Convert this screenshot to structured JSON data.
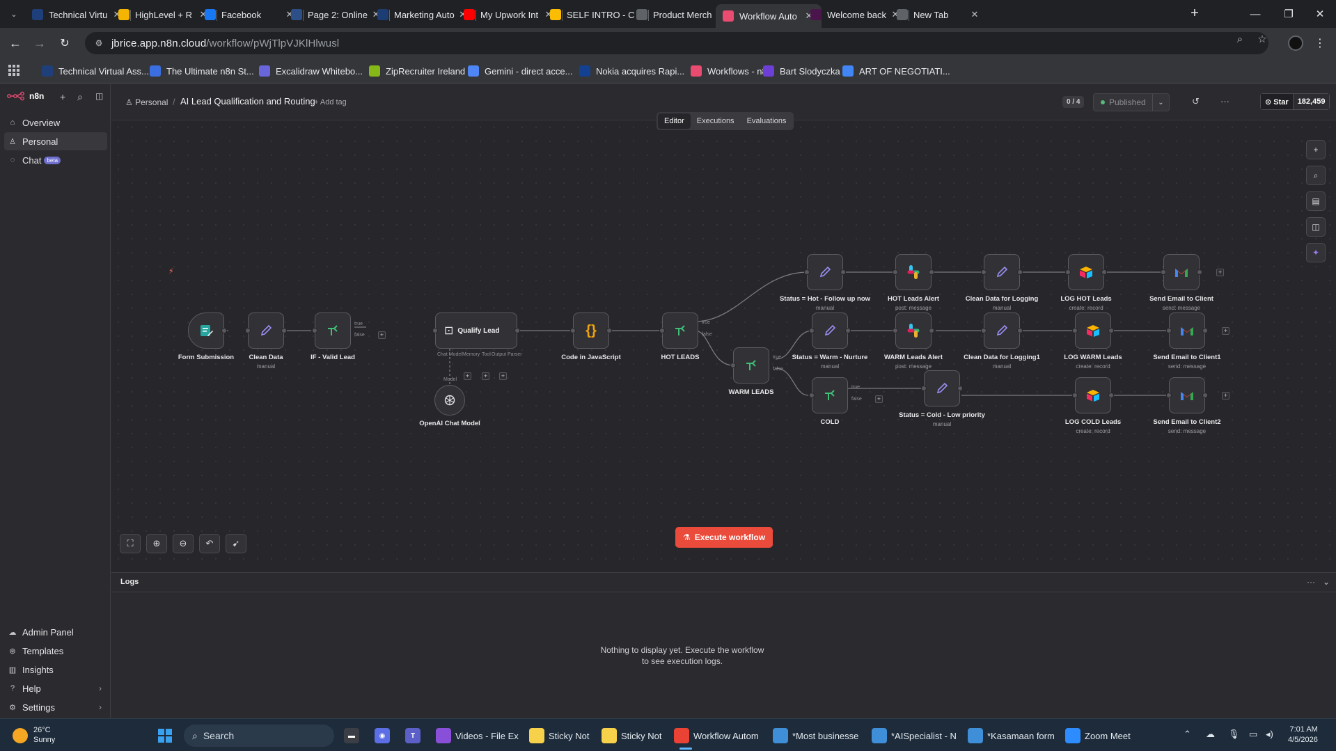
{
  "browser": {
    "tabs": [
      {
        "title": "Technical Virtu",
        "icon": "va-icon",
        "color": "#1f3f7a",
        "active": false
      },
      {
        "title": "HighLevel + R",
        "icon": "highlevel-icon",
        "color": "#f4b400",
        "active": false
      },
      {
        "title": "Facebook",
        "icon": "facebook-icon",
        "color": "#1877f2",
        "active": false
      },
      {
        "title": "Page 2: Online",
        "icon": "page-icon",
        "color": "#2b4f86",
        "active": false
      },
      {
        "title": "Marketing Auto",
        "icon": "marketing-icon",
        "color": "#1b3d73",
        "active": false
      },
      {
        "title": "My Upwork Int",
        "icon": "youtube-icon",
        "color": "#ff0000",
        "active": false
      },
      {
        "title": "SELF INTRO - C",
        "icon": "drive-icon",
        "color": "#fbbc04",
        "active": false
      },
      {
        "title": "Product Merch",
        "icon": "info-icon",
        "color": "#5f6368",
        "active": false
      },
      {
        "title": "Workflow Auto",
        "icon": "n8n-icon",
        "color": "#ea4b71",
        "active": true
      },
      {
        "title": "Welcome back",
        "icon": "slack-icon",
        "color": "#4a154b",
        "active": false
      },
      {
        "title": "New Tab",
        "icon": "chrome-icon",
        "color": "#5f6368",
        "active": false
      }
    ],
    "url_host": "jbrice.app.n8n.cloud",
    "url_path": "/workflow/pWjTlpVJKlHlwusl",
    "bookmarks": [
      {
        "label": "Technical Virtual Ass...",
        "color": "#1f3f7a"
      },
      {
        "label": "The Ultimate n8n St...",
        "color": "#3b6ee0"
      },
      {
        "label": "Excalidraw Whitebo...",
        "color": "#6965db"
      },
      {
        "label": "ZipRecruiter Ireland",
        "color": "#86b817"
      },
      {
        "label": "Gemini - direct acce...",
        "color": "#4e86f5"
      },
      {
        "label": "Nokia acquires Rapi...",
        "color": "#124191"
      },
      {
        "label": "Workflows - n8n",
        "color": "#ea4b71"
      },
      {
        "label": "Bart Slodyczka",
        "color": "#6d3fd6"
      },
      {
        "label": "ART OF NEGOTIATI...",
        "color": "#4285f4"
      }
    ]
  },
  "sidebar": {
    "brand": "n8n",
    "nav": [
      {
        "label": "Overview",
        "icon": "home-icon"
      },
      {
        "label": "Personal",
        "icon": "user-icon"
      },
      {
        "label": "Chat",
        "icon": "chat-icon",
        "badge": "beta"
      }
    ],
    "bottom": [
      {
        "label": "Admin Panel",
        "icon": "cloud-icon"
      },
      {
        "label": "Templates",
        "icon": "templates-icon"
      },
      {
        "label": "Insights",
        "icon": "insights-icon"
      },
      {
        "label": "Help",
        "icon": "help-icon"
      },
      {
        "label": "Settings",
        "icon": "gear-icon"
      }
    ]
  },
  "header": {
    "project": "Personal",
    "workflow_name": "AI Lead Qualification and Routing",
    "add_tag": "+ Add tag",
    "counter": "0 / 4",
    "status": "Published",
    "github_star": "Star",
    "github_count": "182,459"
  },
  "mode_tabs": [
    "Editor",
    "Executions",
    "Evaluations"
  ],
  "canvas": {
    "nodes": {
      "form": {
        "label": "Form Submission",
        "sub": ""
      },
      "clean": {
        "label": "Clean Data",
        "sub": "manual"
      },
      "ifvalid": {
        "label": "IF - Valid Lead",
        "sub": ""
      },
      "qualify": {
        "label": "Qualify Lead",
        "sub": ""
      },
      "code": {
        "label": "Code in JavaScript",
        "sub": ""
      },
      "hot": {
        "label": "HOT LEADS",
        "sub": ""
      },
      "warm": {
        "label": "WARM LEADS",
        "sub": ""
      },
      "cold": {
        "label": "COLD",
        "sub": ""
      },
      "openai": {
        "label": "OpenAI Chat Model",
        "sub": ""
      },
      "status_hot": {
        "label": "Status = Hot - Follow up now",
        "sub": "manual"
      },
      "slack_hot": {
        "label": "HOT Leads Alert",
        "sub": "post: message"
      },
      "clean_log": {
        "label": "Clean Data for Logging",
        "sub": "manual"
      },
      "air_hot": {
        "label": "LOG HOT Leads",
        "sub": "create: record"
      },
      "mail_hot": {
        "label": "Send Email to Client",
        "sub": "send: message"
      },
      "status_warm": {
        "label": "Status = Warm - Nurture",
        "sub": "manual"
      },
      "slack_warm": {
        "label": "WARM Leads Alert",
        "sub": "post: message"
      },
      "clean_log1": {
        "label": "Clean Data for Logging1",
        "sub": "manual"
      },
      "air_warm": {
        "label": "LOG WARM Leads",
        "sub": "create: record"
      },
      "mail_warm": {
        "label": "Send Email to Client1",
        "sub": "send: message"
      },
      "status_cold": {
        "label": "Status = Cold - Low priority",
        "sub": "manual"
      },
      "air_cold": {
        "label": "LOG COLD Leads",
        "sub": "create: record"
      },
      "mail_cold": {
        "label": "Send Email to Client2",
        "sub": "send: message"
      }
    },
    "branch_true": "true",
    "branch_false": "false",
    "agent_ports": [
      "Chat Model",
      "Memory",
      "Tool",
      "Output Parser"
    ],
    "model_port": "Model",
    "execute_label": "Execute workflow"
  },
  "logs": {
    "title": "Logs",
    "empty": "Nothing to display yet. Execute the workflow to see execution logs."
  },
  "taskbar": {
    "weather_temp": "26°C",
    "weather_cond": "Sunny",
    "search": "Search",
    "apps": [
      {
        "label": "Videos - File Ex",
        "color": "#8a4fd8"
      },
      {
        "label": "Sticky Not",
        "color": "#f7d14a"
      },
      {
        "label": "Sticky Not",
        "color": "#f7d14a"
      },
      {
        "label": "Workflow Autom",
        "color": "#ea4335",
        "active": true
      },
      {
        "label": "*Most businesse",
        "color": "#3e8ed8"
      },
      {
        "label": "*AISpecialist - N",
        "color": "#3e8ed8"
      },
      {
        "label": "*Kasamaan form",
        "color": "#3e8ed8"
      },
      {
        "label": "Zoom Meet",
        "color": "#2d8cff"
      }
    ],
    "time": "7:01 AM",
    "date": "4/5/2026"
  },
  "colors": {
    "accent": "#ea4b3b",
    "n8n_brand": "#ea4b71",
    "if_green": "#3fbf78",
    "set_purple": "#9a8ff5",
    "code_orange": "#f0a30a"
  }
}
